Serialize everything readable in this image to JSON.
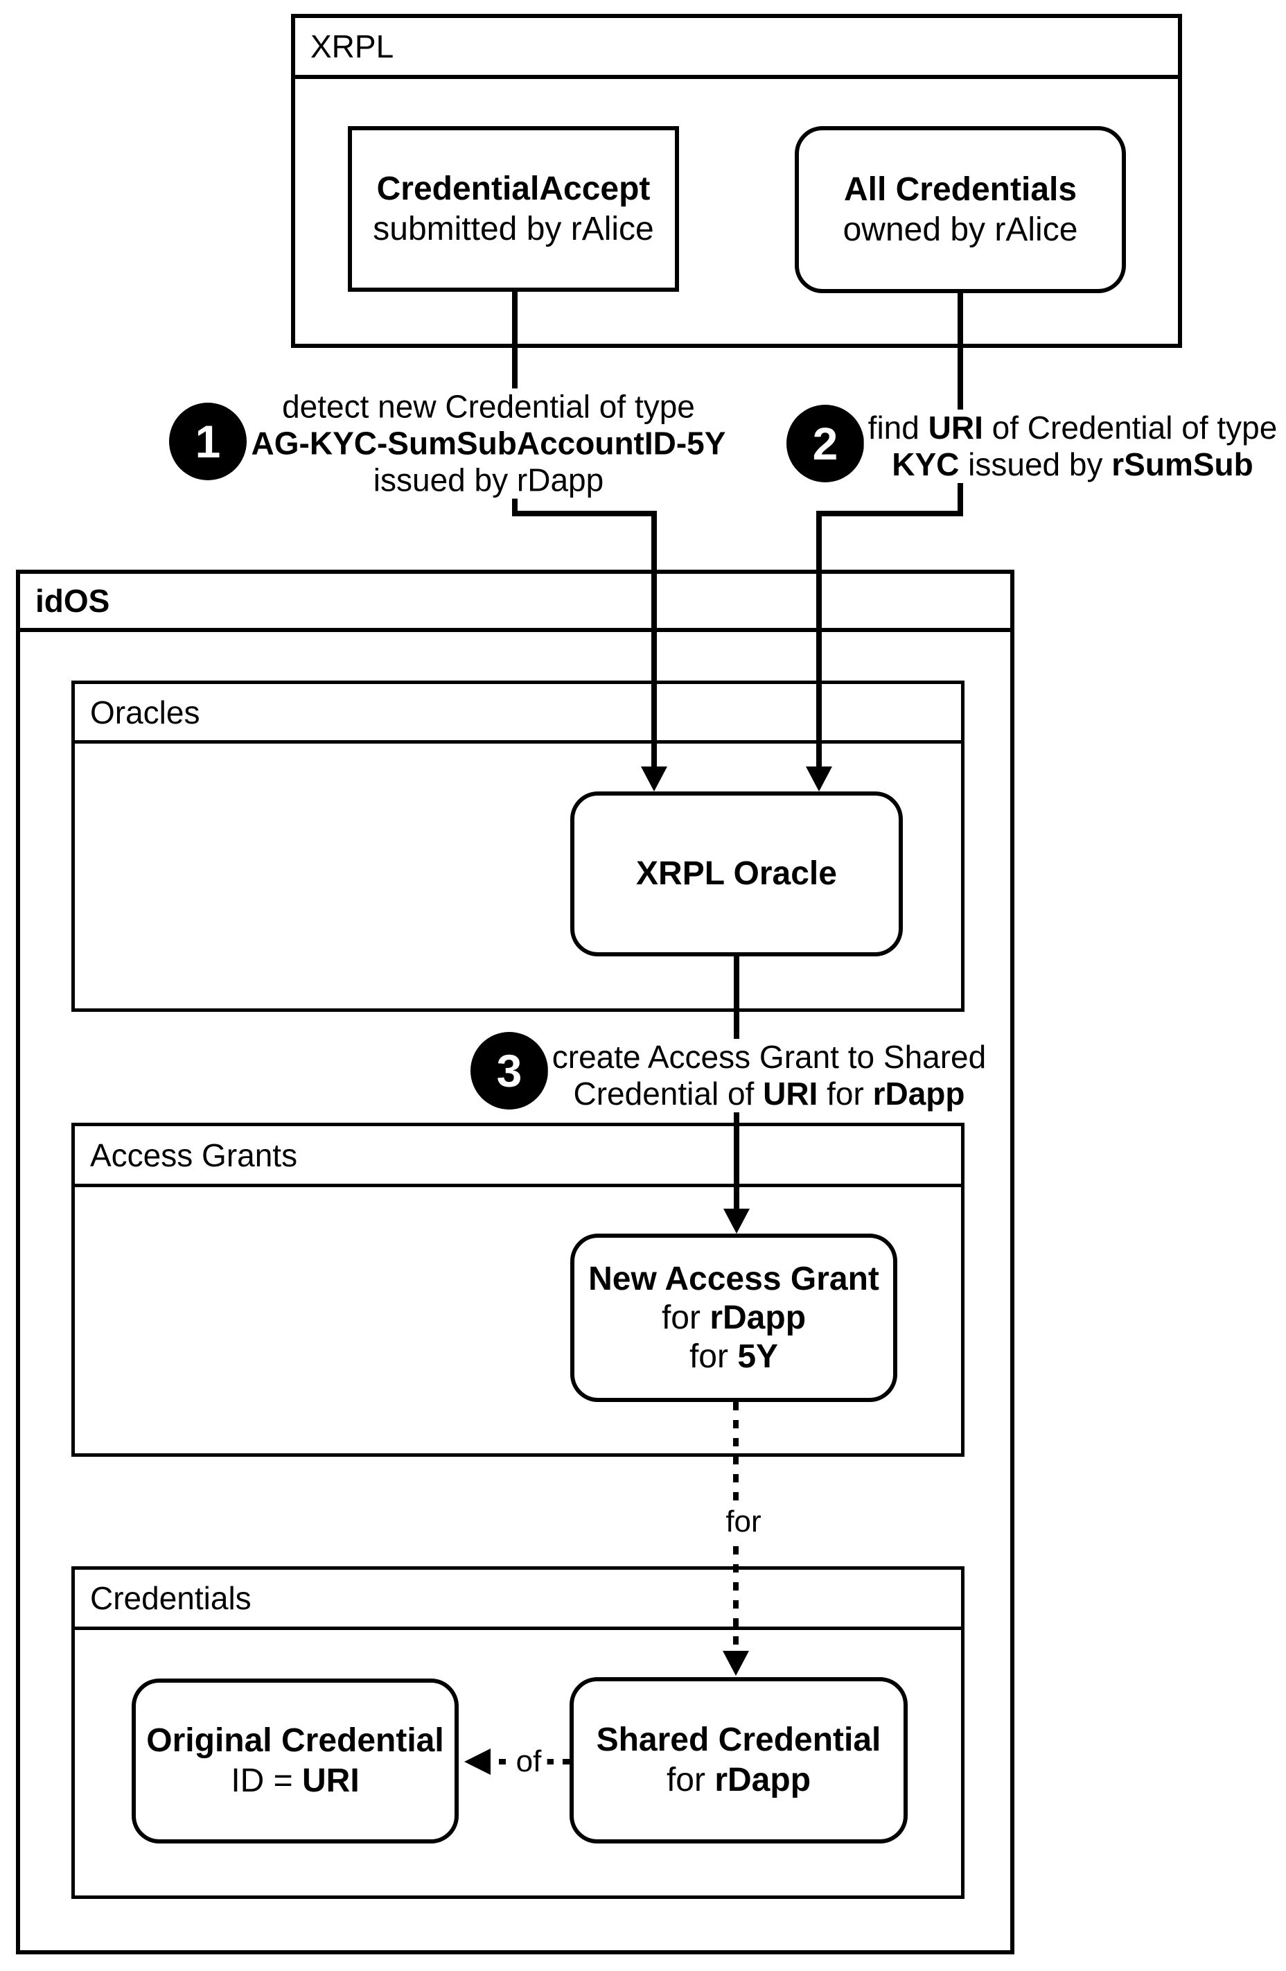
{
  "colors": {
    "ink": "#000000",
    "background": "#ffffff"
  },
  "xrpl": {
    "title": "XRPL",
    "credential_accept": {
      "lines": [
        [
          {
            "t": "CredentialAccept",
            "b": true
          }
        ],
        [
          {
            "t": "submitted by rAlice",
            "b": false
          }
        ]
      ]
    },
    "all_credentials": {
      "lines": [
        [
          {
            "t": "All Credentials",
            "b": true
          }
        ],
        [
          {
            "t": "owned by rAlice",
            "b": false
          }
        ]
      ]
    }
  },
  "idos": {
    "title": "idOS",
    "oracles": {
      "title": "Oracles",
      "xrpl_oracle": {
        "lines": [
          [
            {
              "t": "XRPL Oracle",
              "b": true
            }
          ]
        ]
      }
    },
    "access_grants": {
      "title": "Access Grants",
      "new_access_grant": {
        "lines": [
          [
            {
              "t": "New Access Grant",
              "b": true
            }
          ],
          [
            {
              "t": "for ",
              "b": false
            },
            {
              "t": "rDapp",
              "b": true
            }
          ],
          [
            {
              "t": "for ",
              "b": false
            },
            {
              "t": "5Y",
              "b": true
            }
          ]
        ]
      }
    },
    "credentials": {
      "title": "Credentials",
      "original_credential": {
        "lines": [
          [
            {
              "t": "Original Credential",
              "b": true
            }
          ],
          [
            {
              "t": "ID = ",
              "b": false
            },
            {
              "t": "URI",
              "b": true
            }
          ]
        ]
      },
      "shared_credential": {
        "lines": [
          [
            {
              "t": "Shared Credential",
              "b": true
            }
          ],
          [
            {
              "t": "for ",
              "b": false
            },
            {
              "t": "rDapp",
              "b": true
            }
          ]
        ]
      }
    }
  },
  "steps": [
    {
      "num": "1",
      "lines": [
        [
          {
            "t": "detect new Credential of type",
            "b": false
          }
        ],
        [
          {
            "t": "AG-KYC-SumSubAccountID-5Y",
            "b": true
          }
        ],
        [
          {
            "t": "issued by rDapp",
            "b": false
          }
        ]
      ]
    },
    {
      "num": "2",
      "lines": [
        [
          {
            "t": "find ",
            "b": false
          },
          {
            "t": "URI",
            "b": true
          },
          {
            "t": " of Credential of type",
            "b": false
          }
        ],
        [
          {
            "t": "KYC",
            "b": true
          },
          {
            "t": " issued by ",
            "b": false
          },
          {
            "t": "rSumSub",
            "b": true
          }
        ]
      ]
    },
    {
      "num": "3",
      "lines": [
        [
          {
            "t": "create Access Grant to Shared",
            "b": false
          }
        ],
        [
          {
            "t": "Credential of ",
            "b": false
          },
          {
            "t": "URI",
            "b": true
          },
          {
            "t": " for ",
            "b": false
          },
          {
            "t": "rDapp",
            "b": true
          }
        ]
      ]
    }
  ],
  "edge_labels": {
    "access_grant_to_credential": "for",
    "shared_to_original": "of"
  }
}
